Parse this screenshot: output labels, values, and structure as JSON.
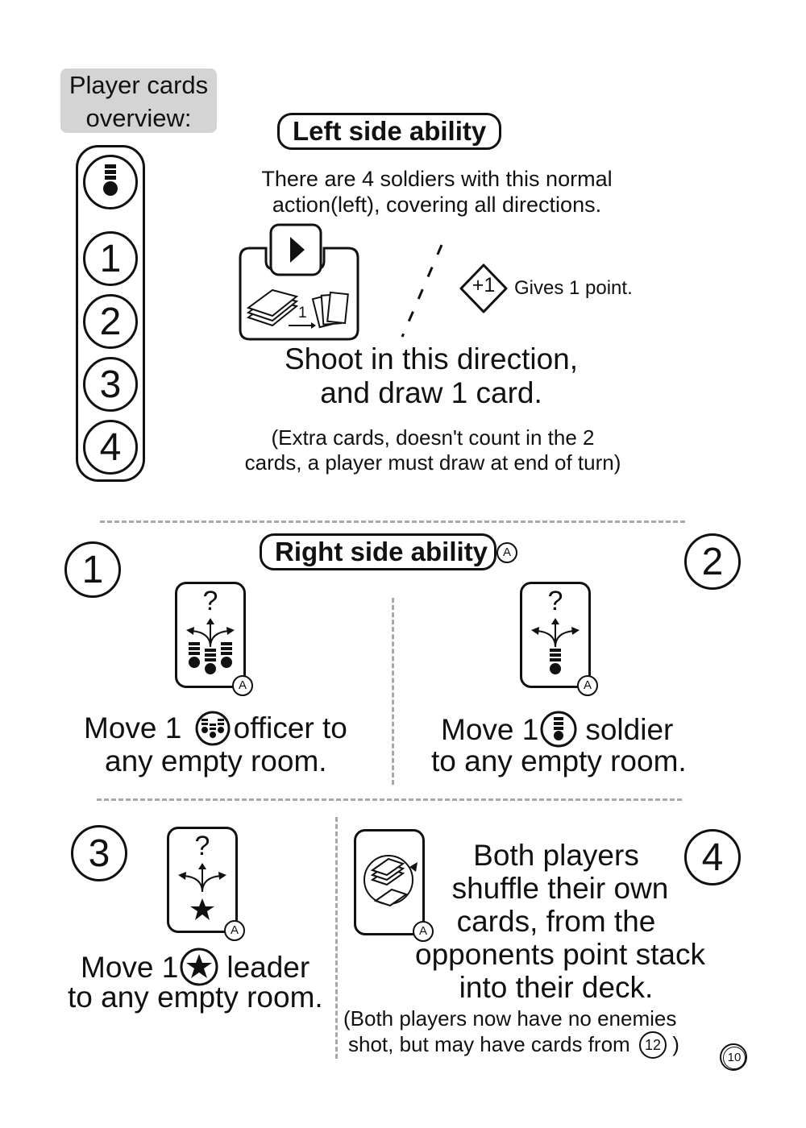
{
  "overview": {
    "badge": [
      "Player cards",
      "overview:"
    ],
    "slots": [
      "1",
      "2",
      "3",
      "4"
    ]
  },
  "left": {
    "title": "Left side ability",
    "intro": [
      "There are 4 soldiers with this normal",
      "action(left), covering all directions."
    ],
    "draw_count": "1",
    "plus_one": "+1",
    "gives": "Gives 1 point.",
    "shoot": [
      "Shoot in this direction,",
      "and draw 1 card."
    ],
    "note": [
      "(Extra cards, doesn't count in the 2",
      "cards, a player must draw at end of turn)"
    ]
  },
  "right": {
    "title": "Right side ability",
    "title_badge": "A",
    "card_question": "?",
    "card_badge": "A",
    "a1": {
      "num": "1",
      "move": "Move 1",
      "after": "officer to",
      "line2": "any empty room."
    },
    "a2": {
      "num": "2",
      "move": "Move 1",
      "after": "soldier",
      "line2": "to any empty room."
    },
    "a3": {
      "num": "3",
      "move": "Move 1",
      "after": "leader",
      "line2": "to any empty room."
    },
    "a4": {
      "num": "4",
      "lines": [
        "Both players",
        "shuffle their own",
        "cards, from the",
        "opponents point stack",
        "into their deck."
      ],
      "note1": "(Both players now have no enemies",
      "note2": "shot, but may have cards from",
      "ref": "12",
      "close": ")"
    }
  },
  "page_number": "10"
}
